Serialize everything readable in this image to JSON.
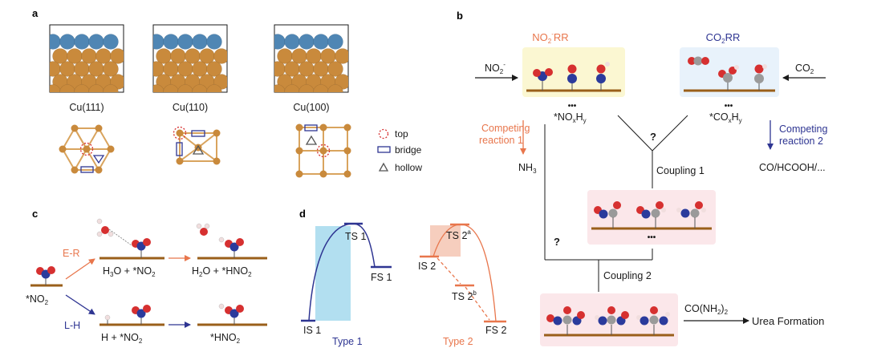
{
  "colors": {
    "cu": "#c98a3c",
    "cu_top_layer": "#4f86b4",
    "oxygen": "#d63030",
    "nitrogen": "#2b3b9c",
    "carbon": "#9a9a9a",
    "hydrogen": "#f1dede",
    "surface": "#9a5f1a",
    "orange_accent": "#e8764c",
    "blue_accent": "#2e3592",
    "yellow_box": "#fbf7d2",
    "blue_box": "#e8f2fb",
    "pink_box": "#fbe7ea",
    "cyan_region": "#9fd7ec",
    "salmon_region": "#f4c5b3"
  },
  "panel_a": {
    "letter": "a",
    "facets": [
      "Cu(111)",
      "Cu(110)",
      "Cu(100)"
    ],
    "legend": {
      "top": "top",
      "bridge": "bridge",
      "hollow": "hollow"
    }
  },
  "panel_b": {
    "letter": "b",
    "no2rr": {
      "main": "NO",
      "sub": "2",
      "sup": "-",
      "rest": "RR"
    },
    "co2rr": {
      "main": "CO",
      "sub": "2",
      "rest": "RR"
    },
    "no2_input": {
      "main": "NO",
      "sub": "2",
      "sup": "-"
    },
    "co2_input": {
      "main": "CO",
      "sub": "2"
    },
    "dots": "•••",
    "noxhy": {
      "a": "*NO",
      "b": "x",
      "c": "H",
      "d": "y"
    },
    "coxhy": {
      "a": "*CO",
      "b": "x",
      "c": "H",
      "d": "y"
    },
    "competing1": [
      "Competing",
      "reaction 1"
    ],
    "competing2": [
      "Competing",
      "reaction 2"
    ],
    "nh3": {
      "main": "NH",
      "sub": "3"
    },
    "co_hcooh": "CO/HCOOH/...",
    "question": "?",
    "coupling1": "Coupling 1",
    "coupling2": "Coupling 2",
    "urea_reagent": {
      "main": "CO(NH",
      "sub": "2",
      "end": ")",
      "sub2": "2"
    },
    "urea_formation": "Urea Formation"
  },
  "panel_c": {
    "letter": "c",
    "no2_start": {
      "main": "*NO",
      "sub": "2"
    },
    "er": "E-R",
    "lh": "L-H",
    "h3o_no2": {
      "a": "H",
      "b": "3",
      "c": "O + *NO",
      "d": "2"
    },
    "h2o_hno2": {
      "a": "H",
      "b": "2",
      "c": "O + *HNO",
      "d": "2"
    },
    "h_no2": {
      "a": "H + *NO",
      "b": "2"
    },
    "hno2": {
      "a": "*HNO",
      "b": "2"
    }
  },
  "panel_d": {
    "letter": "d",
    "ts1": "TS 1",
    "is1": "IS 1",
    "fs1": "FS 1",
    "type1": "Type 1",
    "ts2a": {
      "main": "TS 2",
      "sup": "a"
    },
    "ts2b": {
      "main": "TS 2",
      "sup": "b"
    },
    "is2": "IS 2",
    "fs2": "FS 2",
    "type2": "Type 2"
  }
}
